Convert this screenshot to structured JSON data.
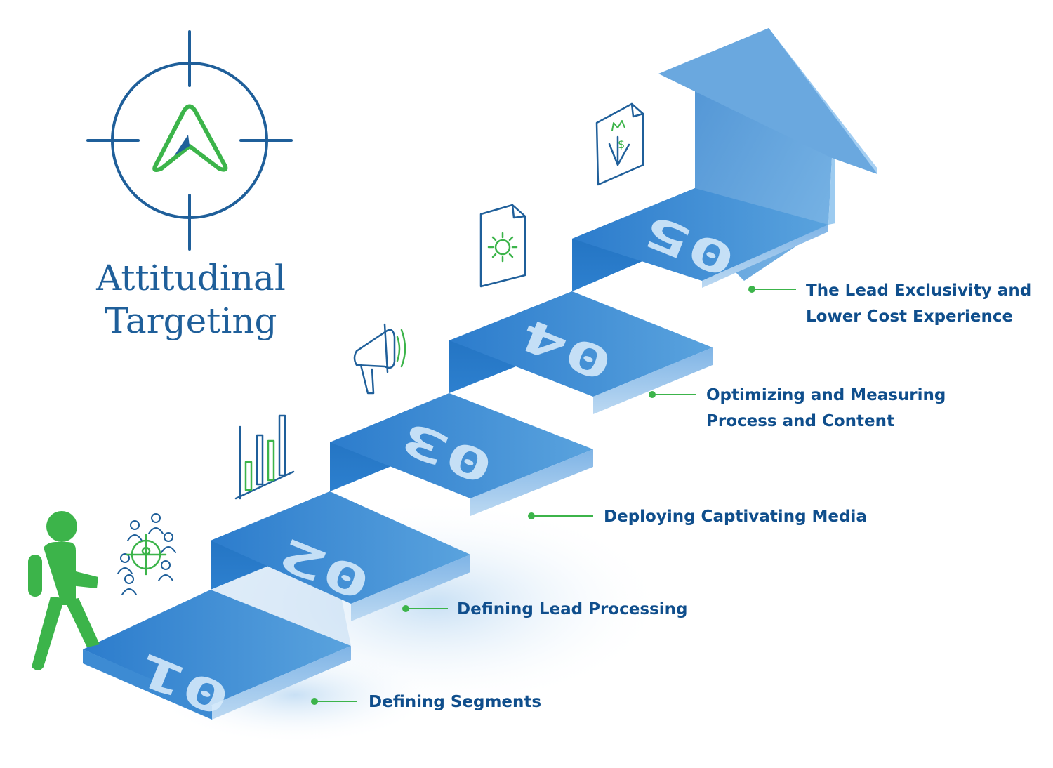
{
  "title": {
    "line1": "Attitudinal",
    "line2": "Targeting"
  },
  "steps": [
    {
      "number": "01",
      "label_lines": [
        "Defining Segments"
      ],
      "icon": "audience-target-icon"
    },
    {
      "number": "02",
      "label_lines": [
        "Defining Lead Processing"
      ],
      "icon": "bar-chart-icon"
    },
    {
      "number": "03",
      "label_lines": [
        "Deploying Captivating Media"
      ],
      "icon": "megaphone-icon"
    },
    {
      "number": "04",
      "label_lines": [
        "Optimizing and Measuring",
        "Process and Content"
      ],
      "icon": "gear-document-icon"
    },
    {
      "number": "05",
      "label_lines": [
        "The Lead Exclusivity and",
        "Lower Cost Experience"
      ],
      "icon": "invoice-document-icon"
    }
  ],
  "colors": {
    "brand_blue": "#1f5f9a",
    "step_blue": "#2f7fcc",
    "accent_green": "#3cb44a",
    "label_blue": "#0f4e8c"
  }
}
